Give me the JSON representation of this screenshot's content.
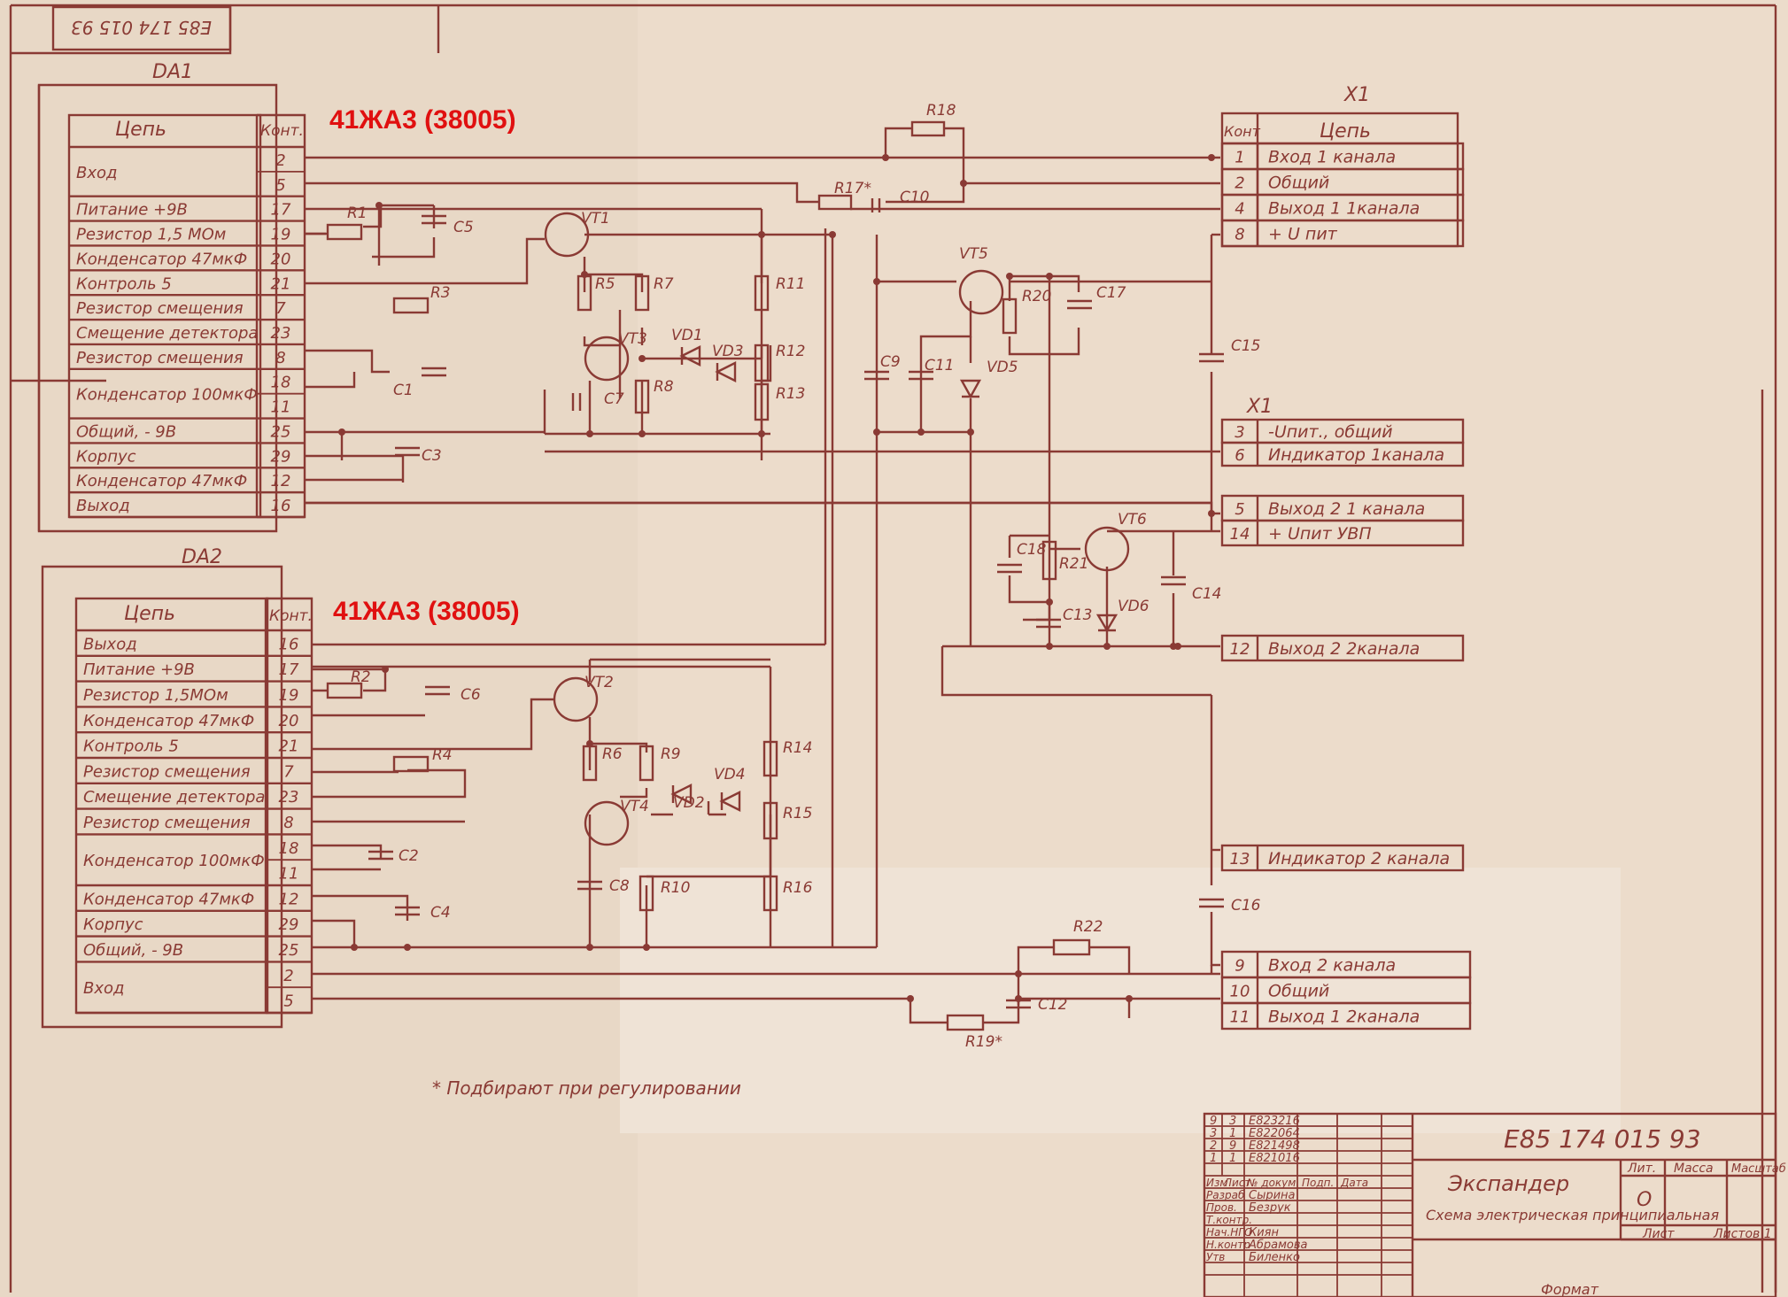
{
  "stamp_top": "E85 174 015 93",
  "chips": [
    {
      "ref": "DA1",
      "type_label": "41ЖА3 (38005)",
      "col_signal": "Цепь",
      "col_pin": "Конт.",
      "rows": [
        {
          "name": "Вход",
          "pins": [
            "2",
            "5"
          ]
        },
        {
          "name": "Питание +9В",
          "pins": [
            "17"
          ]
        },
        {
          "name": "Резистор 1,5 МОм",
          "pins": [
            "19"
          ]
        },
        {
          "name": "Конденсатор 47мкФ",
          "pins": [
            "20"
          ]
        },
        {
          "name": "Контроль 5",
          "pins": [
            "21"
          ]
        },
        {
          "name": "Резистор смещения",
          "pins": [
            "7"
          ]
        },
        {
          "name": "Смещение детектора",
          "pins": [
            "23"
          ]
        },
        {
          "name": "Резистор смещения",
          "pins": [
            "8"
          ]
        },
        {
          "name": "Конденсатор 100мкФ",
          "pins": [
            "18",
            "11"
          ]
        },
        {
          "name": "Общий, - 9В",
          "pins": [
            "25"
          ]
        },
        {
          "name": "Корпус",
          "pins": [
            "29"
          ]
        },
        {
          "name": "Конденсатор 47мкФ",
          "pins": [
            "12"
          ]
        },
        {
          "name": "Выход",
          "pins": [
            "16"
          ]
        }
      ]
    },
    {
      "ref": "DA2",
      "type_label": "41ЖА3 (38005)",
      "col_signal": "Цепь",
      "col_pin": "Конт.",
      "rows": [
        {
          "name": "Выход",
          "pins": [
            "16"
          ]
        },
        {
          "name": "Питание +9В",
          "pins": [
            "17"
          ]
        },
        {
          "name": "Резистор 1,5МОм",
          "pins": [
            "19"
          ]
        },
        {
          "name": "Конденсатор 47мкФ",
          "pins": [
            "20"
          ]
        },
        {
          "name": "Контроль 5",
          "pins": [
            "21"
          ]
        },
        {
          "name": "Резистор смещения",
          "pins": [
            "7"
          ]
        },
        {
          "name": "Смещение детектора",
          "pins": [
            "23"
          ]
        },
        {
          "name": "Резистор смещения",
          "pins": [
            "8"
          ]
        },
        {
          "name": "Конденсатор 100мкФ",
          "pins": [
            "18",
            "11"
          ]
        },
        {
          "name": "Конденсатор 47мкФ",
          "pins": [
            "12"
          ]
        },
        {
          "name": "Корпус",
          "pins": [
            "29"
          ]
        },
        {
          "name": "Общий, - 9В",
          "pins": [
            "25"
          ]
        },
        {
          "name": "Вход",
          "pins": [
            "2",
            "5"
          ]
        }
      ]
    }
  ],
  "connector": {
    "ref": "X1",
    "col_pin": "Конт",
    "col_signal": "Цепь",
    "block1": [
      {
        "pin": "1",
        "name": "Вход 1 канала"
      },
      {
        "pin": "2",
        "name": "Общий"
      },
      {
        "pin": "4",
        "name": "Выход 1 1канала"
      },
      {
        "pin": "8",
        "name": "+ U пит"
      }
    ],
    "block2": [
      {
        "pin": "3",
        "name": "-Uпит., общий"
      },
      {
        "pin": "6",
        "name": "Индикатор 1канала"
      }
    ],
    "block3": [
      {
        "pin": "5",
        "name": "Выход 2 1 канала"
      },
      {
        "pin": "14",
        "name": "+ Uпит УВП"
      }
    ],
    "block4": [
      {
        "pin": "12",
        "name": "Выход 2 2канала"
      }
    ],
    "block5": [
      {
        "pin": "13",
        "name": "Индикатор 2 канала"
      }
    ],
    "block6": [
      {
        "pin": "9",
        "name": "Вход 2 канала"
      },
      {
        "pin": "10",
        "name": "Общий"
      },
      {
        "pin": "11",
        "name": "Выход 1 2канала"
      }
    ]
  },
  "components": {
    "transistors": [
      "VT1",
      "VT2",
      "VT3",
      "VT4",
      "VT5",
      "VT6"
    ],
    "diodes": [
      "VD1",
      "VD2",
      "VD3",
      "VD4",
      "VD5",
      "VD6"
    ],
    "resistors": [
      "R1",
      "R2",
      "R3",
      "R4",
      "R5",
      "R6",
      "R7",
      "R8",
      "R9",
      "R10",
      "R11",
      "R12",
      "R13",
      "R14",
      "R15",
      "R16",
      "R17*",
      "R18",
      "R19*",
      "R20",
      "R21",
      "R22"
    ],
    "capacitors": [
      "C1",
      "C2",
      "C3",
      "C4",
      "C5",
      "C6",
      "C7",
      "C8",
      "C9",
      "C10",
      "C11",
      "C12",
      "C13",
      "C14",
      "C15",
      "C16",
      "C17",
      "C18"
    ]
  },
  "footnote": "* Подбирают при регулировании",
  "title_block": {
    "doc_number": "E85 174 015 93",
    "title": "Экспандер",
    "subtitle": "Схема электрическая принципиальная",
    "col_lit": "Лит.",
    "col_mass": "Масса",
    "col_scale": "Масштаб",
    "lit_value": "О",
    "sheet_label": "Лист",
    "sheets_label": "Листов 1",
    "revisions": [
      {
        "izm": "9",
        "list": "3",
        "doc": "E823216"
      },
      {
        "izm": "3",
        "list": "1",
        "doc": "E822064"
      },
      {
        "izm": "2",
        "list": "9",
        "doc": "E821498"
      },
      {
        "izm": "1",
        "list": "1",
        "doc": "E821016"
      }
    ],
    "rev_header": [
      "Изм",
      "Лист",
      "№ докум.",
      "Подп.",
      "Дата"
    ],
    "roles": [
      {
        "role": "Разраб",
        "name": "Сырина"
      },
      {
        "role": "Пров.",
        "name": "Безрук"
      },
      {
        "role": "Т.контр.",
        "name": ""
      },
      {
        "role": "Нач.НГО",
        "name": "Киян"
      },
      {
        "role": "Н.контр",
        "name": "Абрамова"
      },
      {
        "role": "Утв",
        "name": "Биленко"
      }
    ],
    "format_label": "Формат"
  }
}
